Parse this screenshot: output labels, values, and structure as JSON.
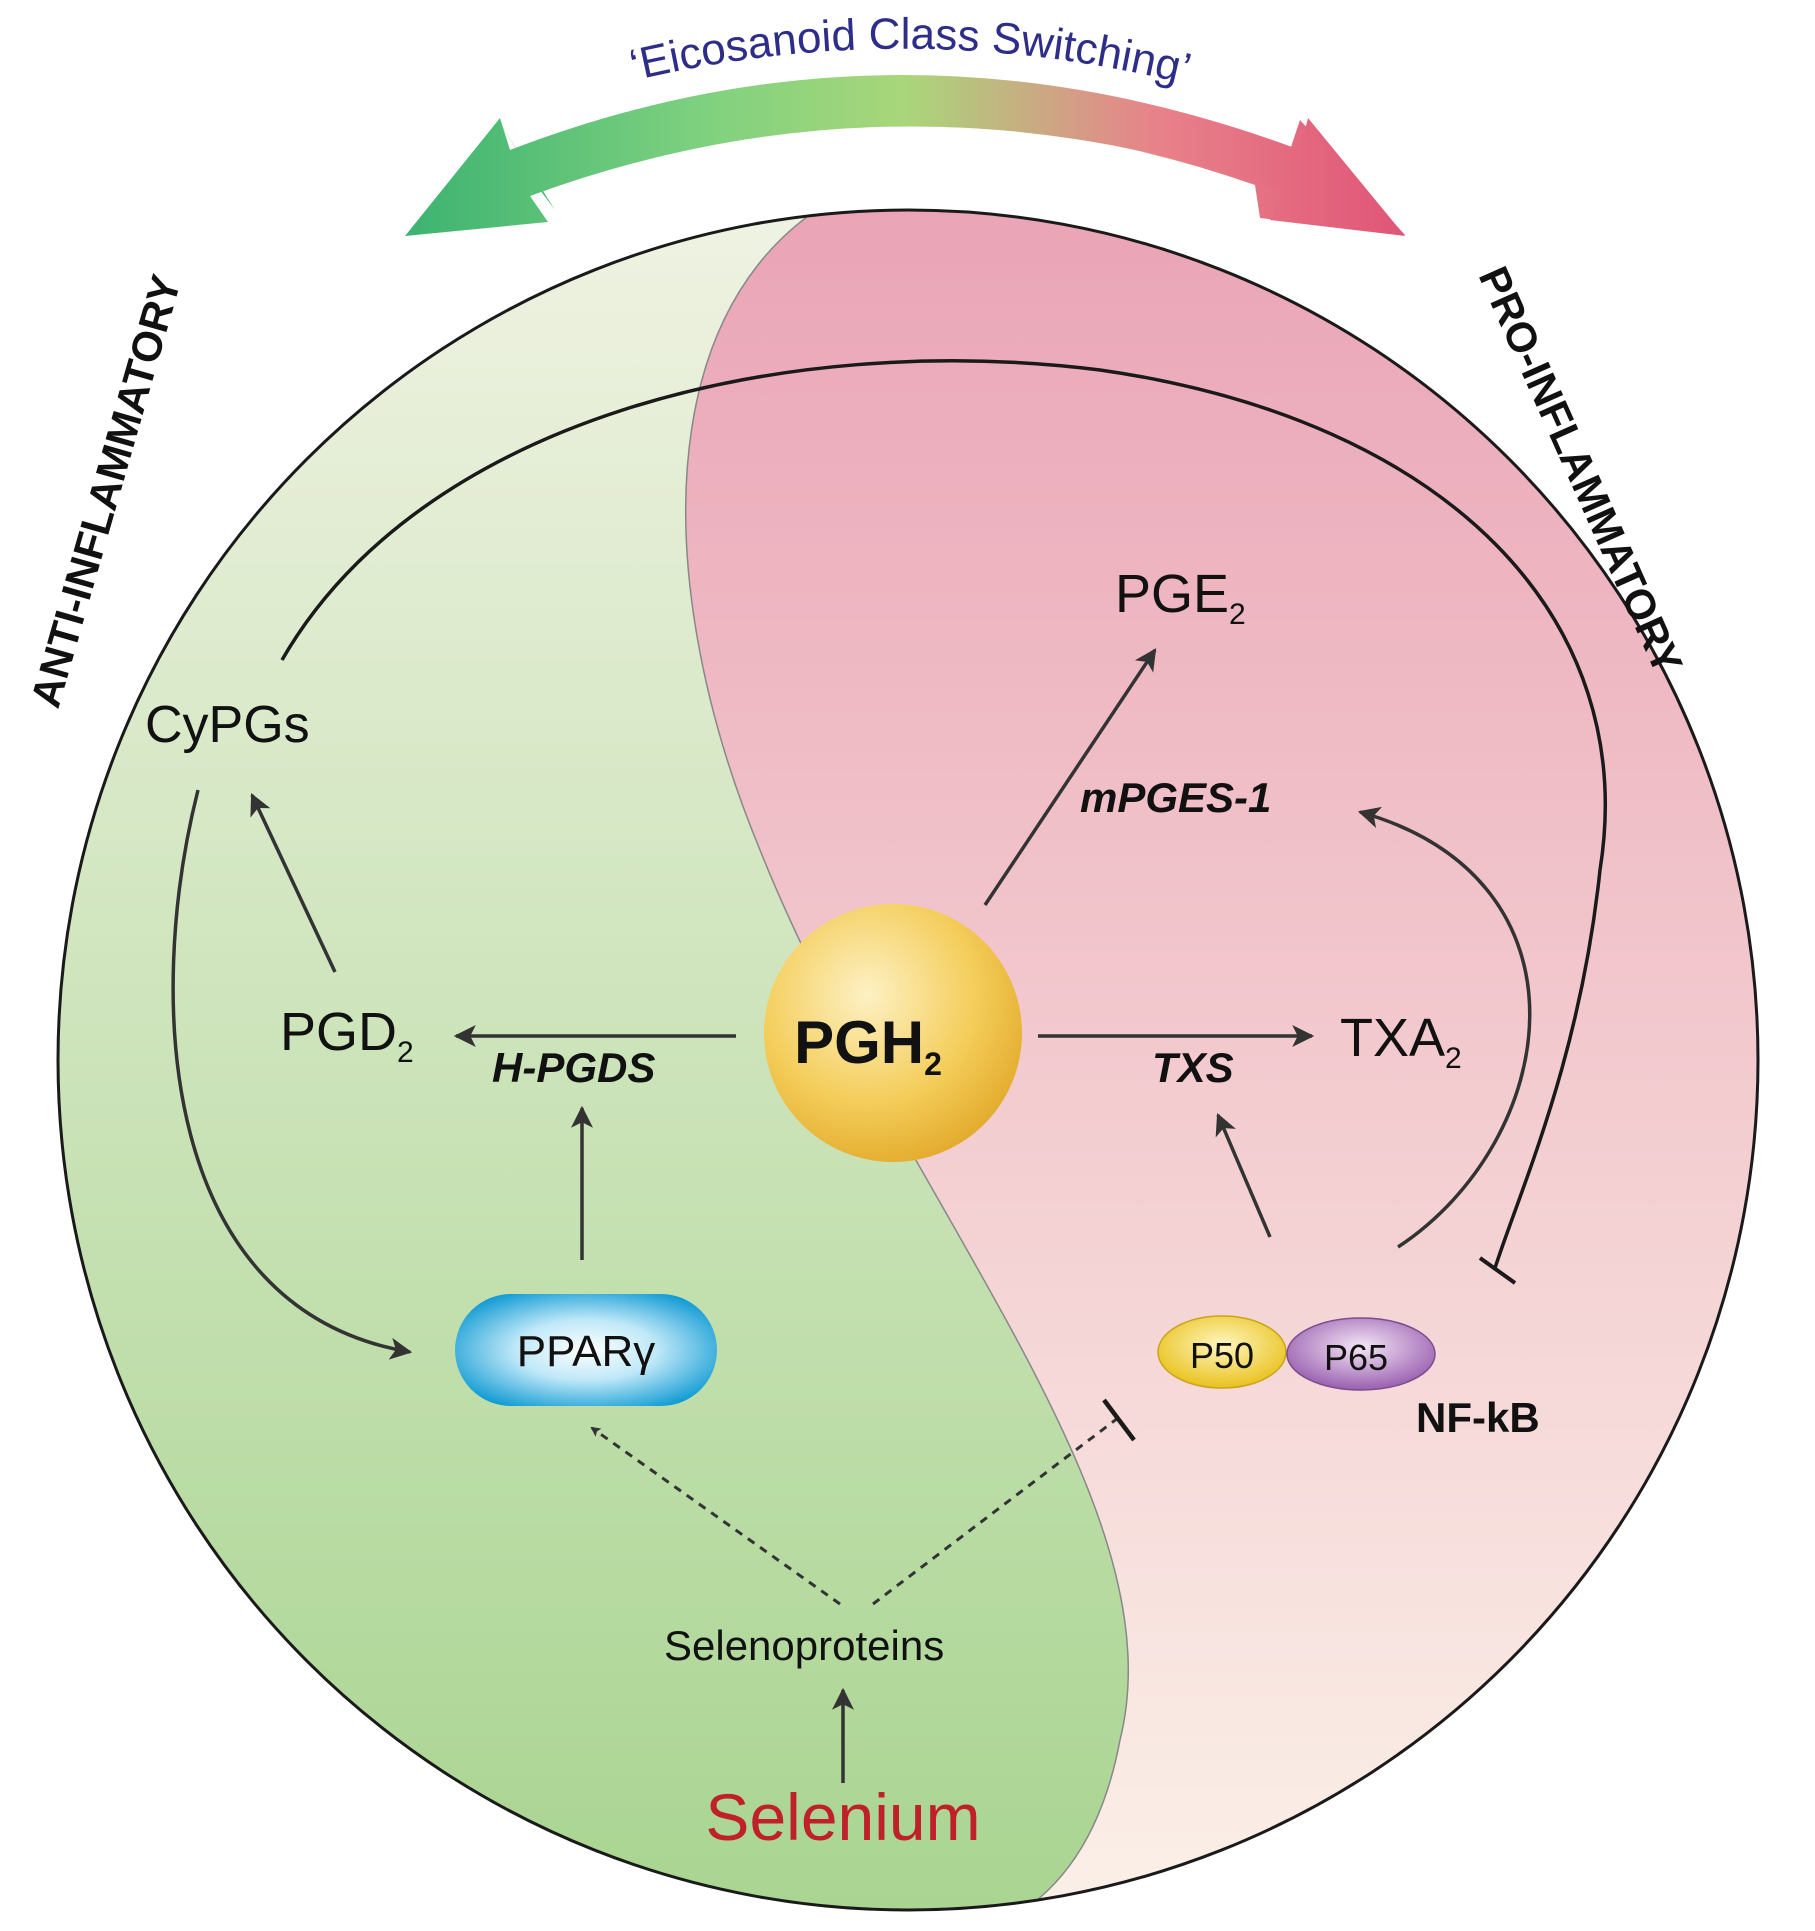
{
  "banner": {
    "text": "‘Eicosanoid Class Switching’",
    "text_color": "#2e2e8a",
    "gradient_colors": [
      "#3cb371",
      "#7fd17f",
      "#a9d67a",
      "#e8828a",
      "#e05577"
    ]
  },
  "sides": {
    "anti": "ANTI-INFLAMMATORY",
    "pro": "PRO-INFLAMMATORY"
  },
  "colors": {
    "anti_region_top": "#f8f6ec",
    "anti_region_bottom": "#a8d490",
    "pro_region_top": "#e89bb0",
    "pro_region_bottom": "#fbf1e8",
    "pgh2_fill": "#f4c443",
    "ppar_fill": "#1ea7dc",
    "p50_fill": "#f2d23a",
    "p65_fill": "#b07fc0",
    "selenium_color": "#c0202a",
    "arrow_color": "#333333"
  },
  "center": {
    "main": "PGH",
    "sub": "2"
  },
  "nodes": {
    "pge2": {
      "main": "PGE",
      "sub": "2"
    },
    "txa2": {
      "main": "TXA",
      "sub": "2"
    },
    "pgd2": {
      "main": "PGD",
      "sub": "2"
    },
    "cypgs": "CyPGs",
    "ppar": "PPARγ",
    "p50": "P50",
    "p65": "P65",
    "nfkb": "NF-kB",
    "selenoproteins": "Selenoproteins",
    "selenium": "Selenium"
  },
  "enzymes": {
    "mpges": "mPGES-1",
    "txs": "TXS",
    "hpgds": "H-PGDS"
  }
}
